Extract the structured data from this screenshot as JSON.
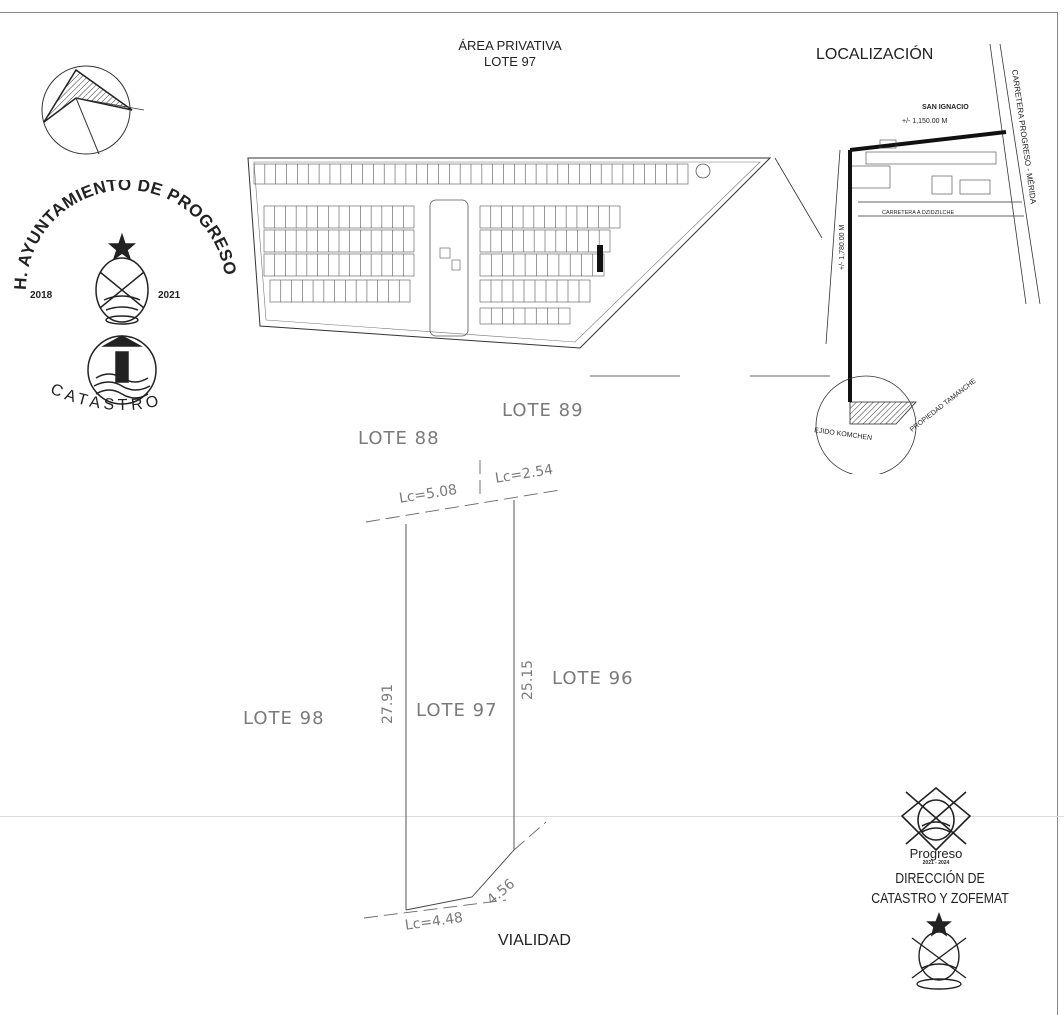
{
  "header": {
    "area_title": "ÁREA PRIVATIVA",
    "lot_title": "LOTE 97",
    "location_title": "LOCALIZACIÓN"
  },
  "seal_left": {
    "arc_text": "H. AYUNTAMIENTO DE PROGRESO",
    "year_left": "2018",
    "year_right": "2021",
    "dept": "CATASTRO"
  },
  "location_map": {
    "place": "SAN IGNACIO",
    "distance_top": "+/- 1,150.00 M",
    "highway": "CARRETERA PROGRESO - MÉRIDA",
    "road": "CARRETERA A DZIDZILCHE",
    "distance_side": "+/- 1,780.00 M",
    "ejido": "EJIDO KOMCHEN",
    "property": "PROPIEDAD TAMANCHE"
  },
  "lot_plan": {
    "neighbors": {
      "north_right": "LOTE 89",
      "north_left": "LOTE 88",
      "east": "LOTE 96",
      "west": "LOTE 98",
      "center": "LOTE 97",
      "south": "VIALIDAD"
    },
    "dimensions": {
      "top_left": "Lc=5.08",
      "top_right": "Lc=2.54",
      "left_side": "27.91",
      "right_side": "25.15",
      "bottom": "Lc=4.48",
      "bottom_diag": "4.56"
    }
  },
  "stamp_right": {
    "brand": "Progreso",
    "years": "2021 - 2024",
    "line1": "DIRECCIÓN DE",
    "line2": "CATASTRO Y ZOFEMAT"
  }
}
